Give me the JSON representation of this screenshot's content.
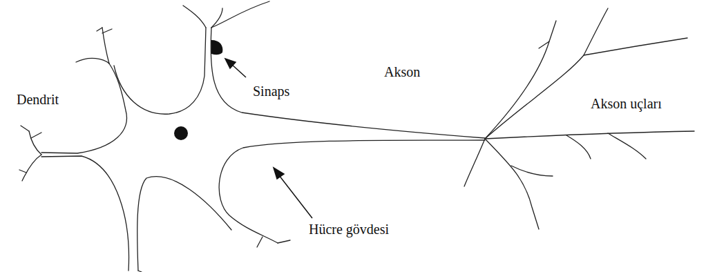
{
  "diagram": {
    "labels": [
      "Dendrit",
      "Sinaps",
      "Akson",
      "Akson uçları",
      "Hücre gövdesi"
    ]
  }
}
